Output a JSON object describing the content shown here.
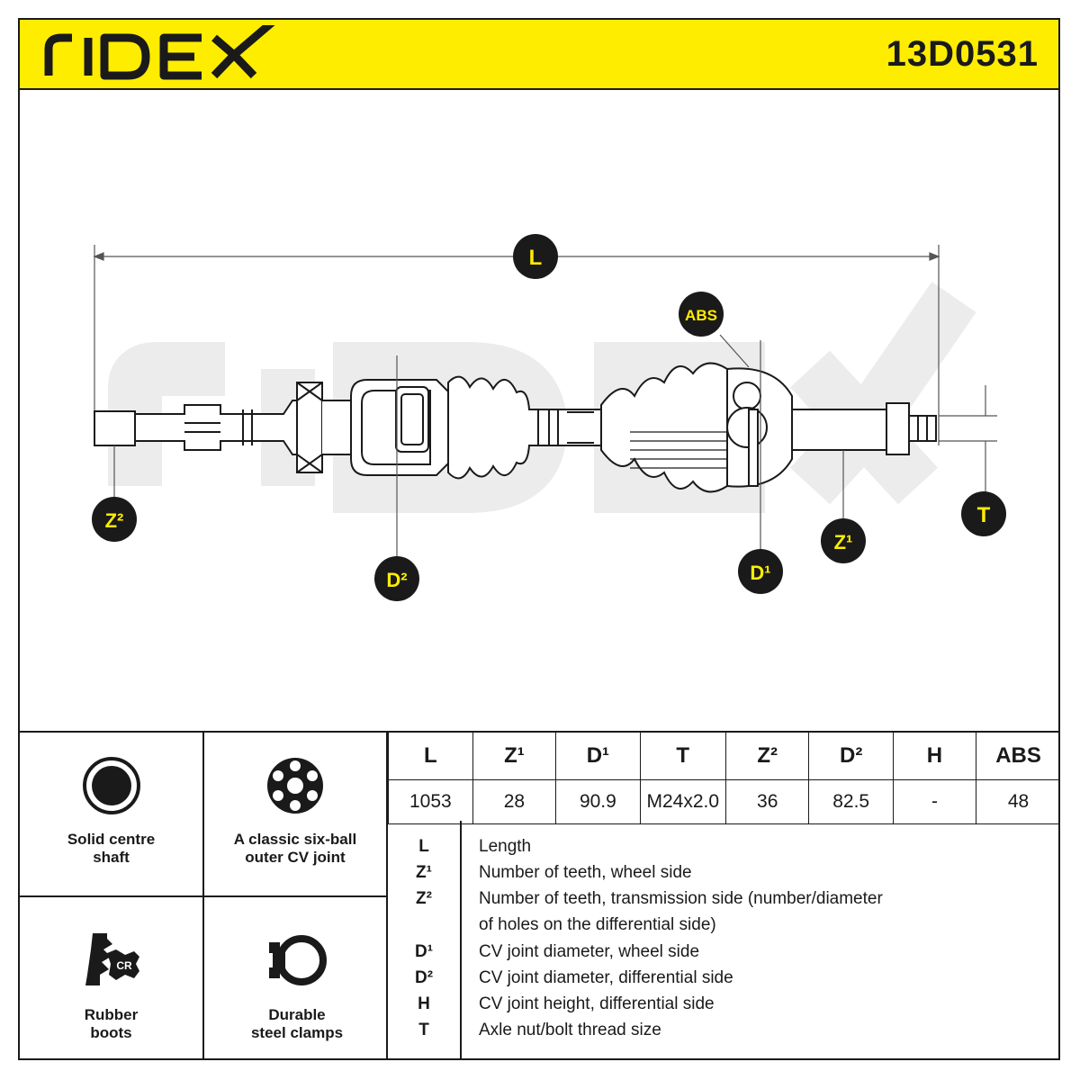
{
  "header": {
    "brand": "RIDEX",
    "part_number": "13D0531"
  },
  "diagram": {
    "watermark": "RIDEX",
    "labels": {
      "L": "L",
      "Z1": "Z¹",
      "Z2": "Z²",
      "D1": "D¹",
      "D2": "D²",
      "T": "T",
      "ABS": "ABS"
    }
  },
  "features": [
    {
      "icon": "solid-shaft-icon",
      "label_line1": "Solid centre",
      "label_line2": "shaft"
    },
    {
      "icon": "six-ball-joint-icon",
      "label_line1": "A classic six-ball",
      "label_line2": "outer CV joint"
    },
    {
      "icon": "rubber-boot-icon",
      "label_line1": "Rubber",
      "label_line2": "boots",
      "badge": "CR"
    },
    {
      "icon": "clamp-icon",
      "label_line1": "Durable",
      "label_line2": "steel clamps"
    }
  ],
  "spec_table": {
    "headers": [
      "L",
      "Z¹",
      "D¹",
      "T",
      "Z²",
      "D²",
      "H",
      "ABS"
    ],
    "values": [
      "1053",
      "28",
      "90.9",
      "M24x2.0",
      "36",
      "82.5",
      "-",
      "48"
    ]
  },
  "legend": [
    {
      "symbol": "L",
      "text": "Length"
    },
    {
      "symbol": "Z¹",
      "text": "Number of teeth, wheel side"
    },
    {
      "symbol": "Z²",
      "text": "Number of teeth, transmission side (number/diameter"
    },
    {
      "symbol": "",
      "text": "of holes on the differential side)"
    },
    {
      "symbol": "D¹",
      "text": "CV joint diameter, wheel side"
    },
    {
      "symbol": "D²",
      "text": "CV joint diameter, differential side"
    },
    {
      "symbol": "H",
      "text": "CV joint height, differential side"
    },
    {
      "symbol": "T",
      "text": "Axle nut/bolt thread size"
    }
  ],
  "colors": {
    "brand_yellow": "#ffed00",
    "ink": "#1a1a1a",
    "watermark": "#ececec"
  }
}
